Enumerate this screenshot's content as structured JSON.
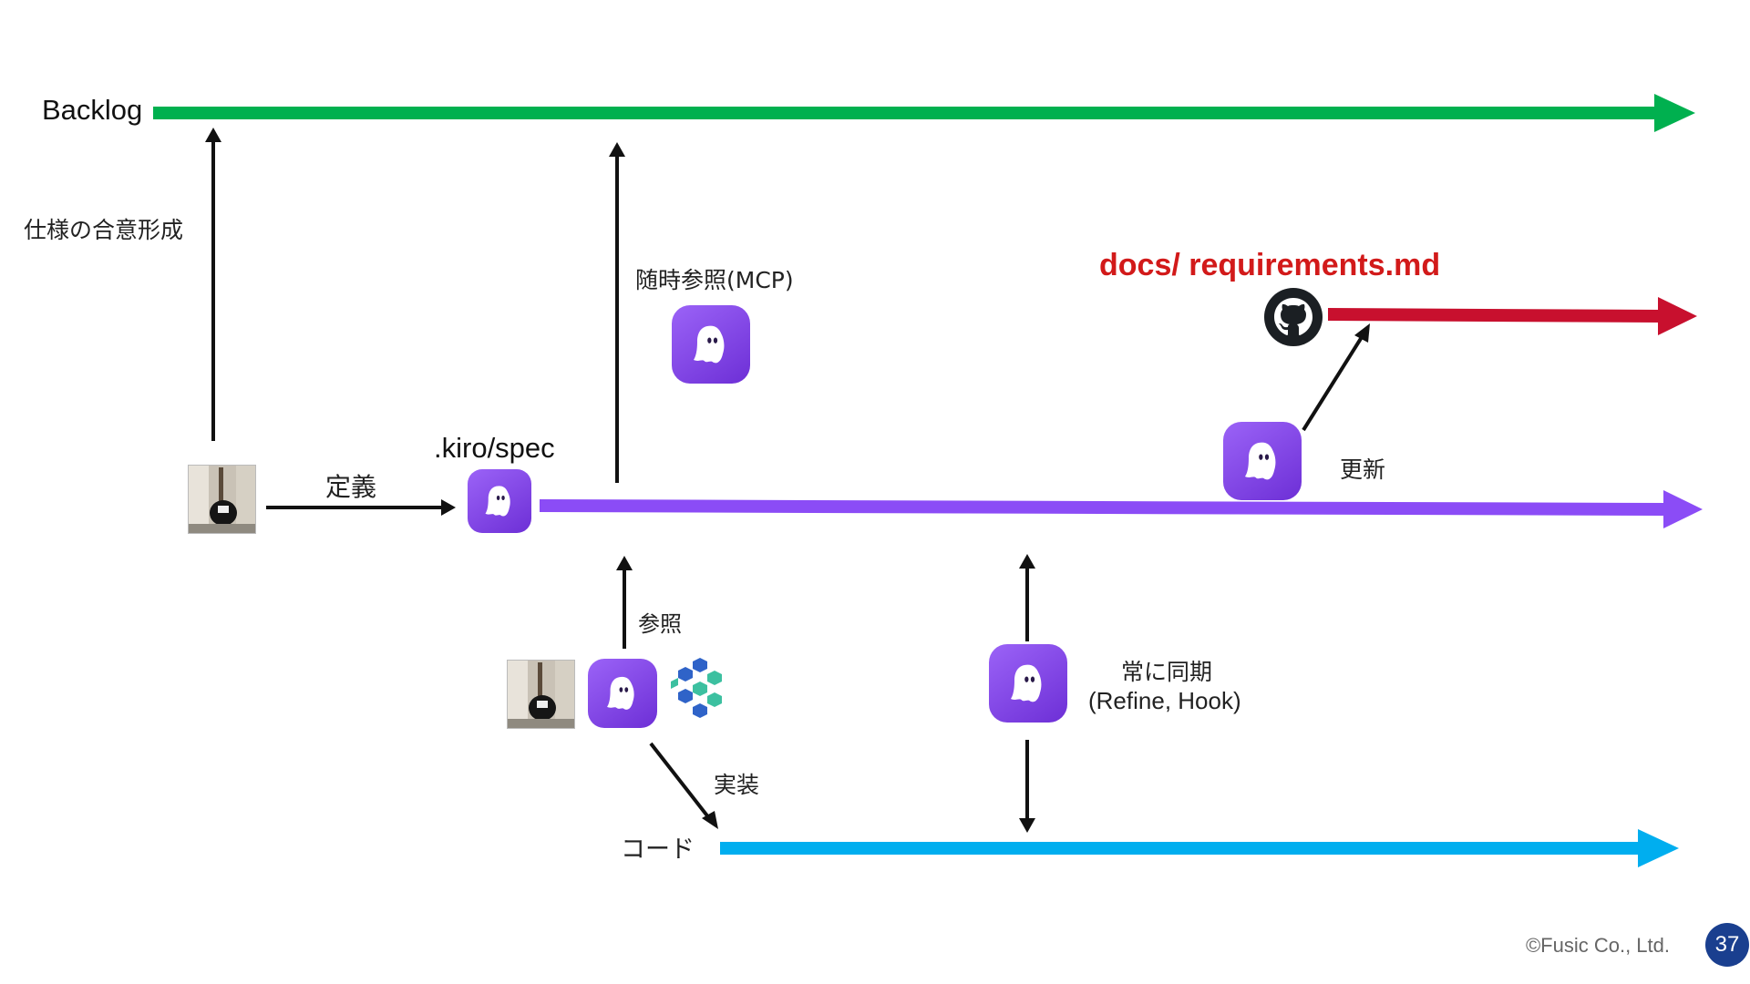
{
  "tracks": {
    "backlog": "Backlog",
    "spec": ".kiro/spec",
    "code": "コード",
    "docs": "docs/ requirements.md"
  },
  "labels": {
    "consensus": "仕様の合意形成",
    "define": "定義",
    "anytime_ref": "随時参照(MCP)",
    "reference": "参照",
    "implement": "実装",
    "update": "更新",
    "sync_line1": "常に同期",
    "sync_line2": "(Refine, Hook)"
  },
  "icons": [
    "kiro-ghost-icon",
    "github-icon",
    "guitar-photo-icon",
    "network-hexagon-icon"
  ],
  "colors": {
    "backlog": "#00b04f",
    "spec": "#8b4cf6",
    "code": "#00aeef",
    "docs": "#c8102e",
    "arrow": "#111111"
  },
  "footer": {
    "copyright": "©Fusic Co., Ltd.",
    "page": "37"
  }
}
